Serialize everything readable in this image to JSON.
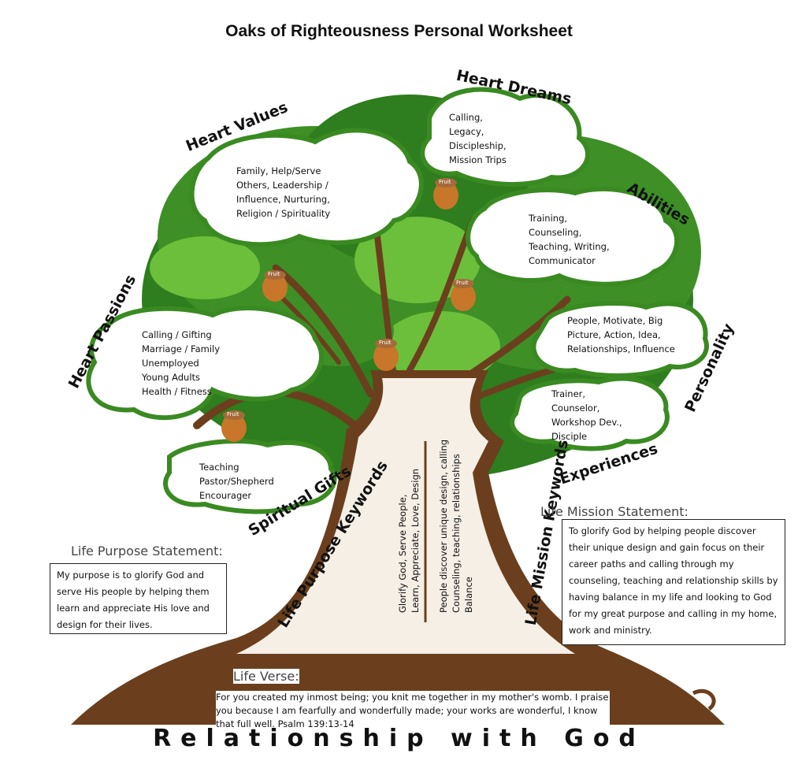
{
  "title": "Oaks of Righteousness Personal Worksheet",
  "colors": {
    "leaf_dark": "#2e7d1e",
    "leaf_light": "#6cbf3a",
    "trunk": "#6b3f1d",
    "trunk_light": "#f5efe6",
    "fruit": "#c8762a"
  },
  "branches": {
    "heart_dreams": {
      "label": "Heart Dreams",
      "text": "Calling,\nLegacy,\nDiscipleship,\nMission Trips"
    },
    "heart_values": {
      "label": "Heart Values",
      "text": "Family, Help/Serve\nOthers, Leadership /\nInfluence, Nurturing,\nReligion / Spirituality"
    },
    "abilities": {
      "label": "Abilities",
      "text": "Training,\nCounseling,\nTeaching, Writing,\nCommunicator"
    },
    "heart_passions": {
      "label": "Heart Passions",
      "text": "Calling / Gifting\nMarriage / Family\nUnemployed\nYoung Adults\nHealth / Fitness"
    },
    "personality": {
      "label": "Personality",
      "text": "People, Motivate, Big\nPicture, Action, Idea,\nRelationships, Influence"
    },
    "experiences": {
      "label": "Experiences",
      "text": "Trainer,\nCounselor,\nWorkshop Dev.,\nDisciple"
    },
    "spiritual_gifts": {
      "label": "Spiritual Gifts",
      "text": "Teaching\nPastor/Shepherd\nEncourager"
    }
  },
  "fruit_label": "Fruit",
  "keywords": {
    "purpose_label": "Life Purpose Keywords",
    "purpose_text": "Glorify God, Serve People,\nLearn, Appreciate, Love, Design",
    "mission_label": "Life Mission Keywords",
    "mission_text": "People discover unique design, calling\nCounseling, teaching, relationships\nBalance"
  },
  "purpose": {
    "title": "Life Purpose Statement:",
    "text": "My purpose is to glorify God and serve His people by helping them learn and appreciate His love and design for their lives."
  },
  "mission": {
    "title": "Life Mission Statement:",
    "text": "To glorify God by helping people discover their unique design and gain focus on their career paths and calling through my counseling, teaching and relationship skills by having balance in my life and looking to God for my great purpose and calling in my home, work and ministry."
  },
  "verse": {
    "title": "Life Verse:",
    "text": "For you created my inmost being; you knit me together in my mother's womb. I praise you because I am fearfully and wonderfully made; your works are wonderful, I know that full well. Psalm 139:13-14"
  },
  "footer": "Relationship with God"
}
